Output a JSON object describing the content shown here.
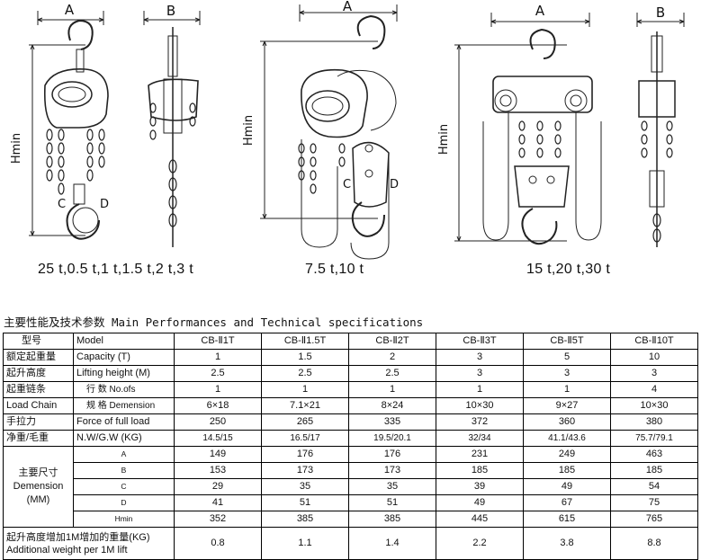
{
  "diagram_labels": {
    "a": "A",
    "b": "B",
    "c": "C",
    "d": "D",
    "hmin": "Hmin"
  },
  "captions": {
    "small": "25 t,0.5 t,1 t,1.5 t,2 t,3 t",
    "medium": "7.5 t,10 t",
    "large": "15 t,20 t,30 t"
  },
  "spec": {
    "title": "主要性能及技术参数 Main Performances and Technical specifications",
    "header": {
      "model_cn": "型号",
      "model_en": "Model",
      "models": [
        "CB-Ⅱ1T",
        "CB-Ⅱ1.5T",
        "CB-Ⅱ2T",
        "CB-Ⅱ3T",
        "CB-Ⅱ5T",
        "CB-Ⅱ10T"
      ]
    },
    "capacity": {
      "cn": "额定起重量",
      "en": "Capacity (T)",
      "values": [
        "1",
        "1.5",
        "2",
        "3",
        "5",
        "10"
      ]
    },
    "lifting": {
      "cn": "起升高度",
      "en": "Lifting height (M)",
      "values": [
        "2.5",
        "2.5",
        "2.5",
        "3",
        "3",
        "3"
      ]
    },
    "load_chain": {
      "cn": "起重链条",
      "en": "Load Chain",
      "falls_label": "行 数 No.ofs",
      "falls": [
        "1",
        "1",
        "1",
        "1",
        "1",
        "4"
      ],
      "dim_label": "规 格 Demension",
      "dims": [
        "6×18",
        "7.1×21",
        "8×24",
        "10×30",
        "9×27",
        "10×30"
      ]
    },
    "force": {
      "cn": "手拉力",
      "en": "Force of full load",
      "values": [
        "250",
        "265",
        "335",
        "372",
        "360",
        "380"
      ]
    },
    "weight": {
      "cn": "净重/毛重",
      "en": "N.W/G.W (KG)",
      "values": [
        "14.5/15",
        "16.5/17",
        "19.5/20.1",
        "32/34",
        "41.1/43.6",
        "75.7/79.1"
      ]
    },
    "dimensions": {
      "cn": "主要尺寸",
      "en1": "Demension",
      "en2": "(MM)",
      "rows": [
        {
          "label": "A",
          "values": [
            "149",
            "176",
            "176",
            "231",
            "249",
            "463"
          ]
        },
        {
          "label": "B",
          "values": [
            "153",
            "173",
            "173",
            "185",
            "185",
            "185"
          ]
        },
        {
          "label": "C",
          "values": [
            "29",
            "35",
            "35",
            "39",
            "49",
            "54"
          ]
        },
        {
          "label": "D",
          "values": [
            "41",
            "51",
            "51",
            "49",
            "67",
            "75"
          ]
        },
        {
          "label": "Hmin",
          "values": [
            "352",
            "385",
            "385",
            "445",
            "615",
            "765"
          ]
        }
      ]
    },
    "additional": {
      "cn": "起升高度增加1M增加的重量(KG)",
      "en": "Additional weight per 1M lift",
      "values": [
        "0.8",
        "1.1",
        "1.4",
        "2.2",
        "3.8",
        "8.8"
      ]
    }
  }
}
